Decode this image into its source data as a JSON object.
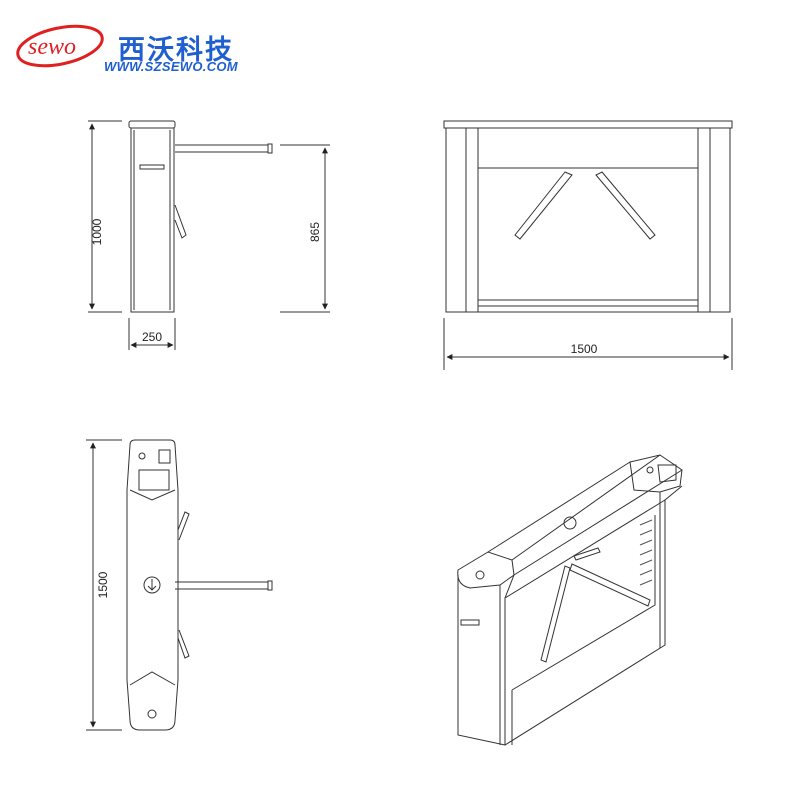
{
  "brand": {
    "logo_text": "sewo",
    "name_cn": "西沃科技",
    "url": "WWW.SZSEWO.COM",
    "color": "#1f5fd0",
    "accent_color": "#e02020"
  },
  "dimensions": {
    "side_height": "1000",
    "arm_height": "865",
    "side_width": "250",
    "front_width": "1500",
    "top_length": "1500"
  },
  "views": [
    "side-view",
    "front-view",
    "top-view",
    "isometric-view"
  ]
}
